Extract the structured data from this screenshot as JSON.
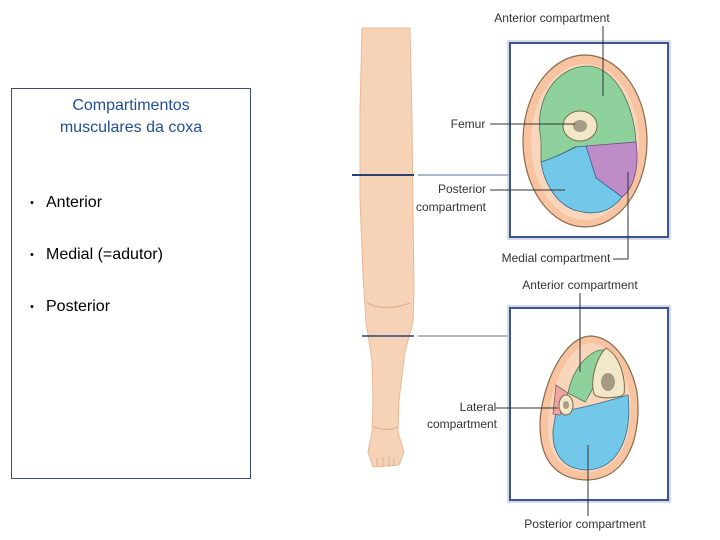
{
  "textbox": {
    "title_line1": "Compartimentos",
    "title_line2": "musculares da coxa",
    "bullet_symbol": "•",
    "items": [
      "Anterior",
      "Medial (=adutor)",
      "Posterior"
    ]
  },
  "thigh_labels": {
    "anterior": "Anterior compartment",
    "femur": "Femur",
    "posterior_line1": "Posterior",
    "posterior_line2": "compartment",
    "medial": "Medial compartment"
  },
  "leg_labels": {
    "anterior": "Anterior compartment",
    "lateral_line1": "Lateral",
    "lateral_line2": "compartment",
    "posterior": "Posterior compartment"
  },
  "colors": {
    "skin": "#f6d2b6",
    "fat": "#f7c3a0",
    "anterior": "#8fd19c",
    "posterior": "#73c8ea",
    "medial": "#be8cc9",
    "lateral": "#f0a5a5",
    "bone": "#f2e7c8",
    "frame": "#3c5590",
    "text_blue": "#1f4e9a"
  }
}
